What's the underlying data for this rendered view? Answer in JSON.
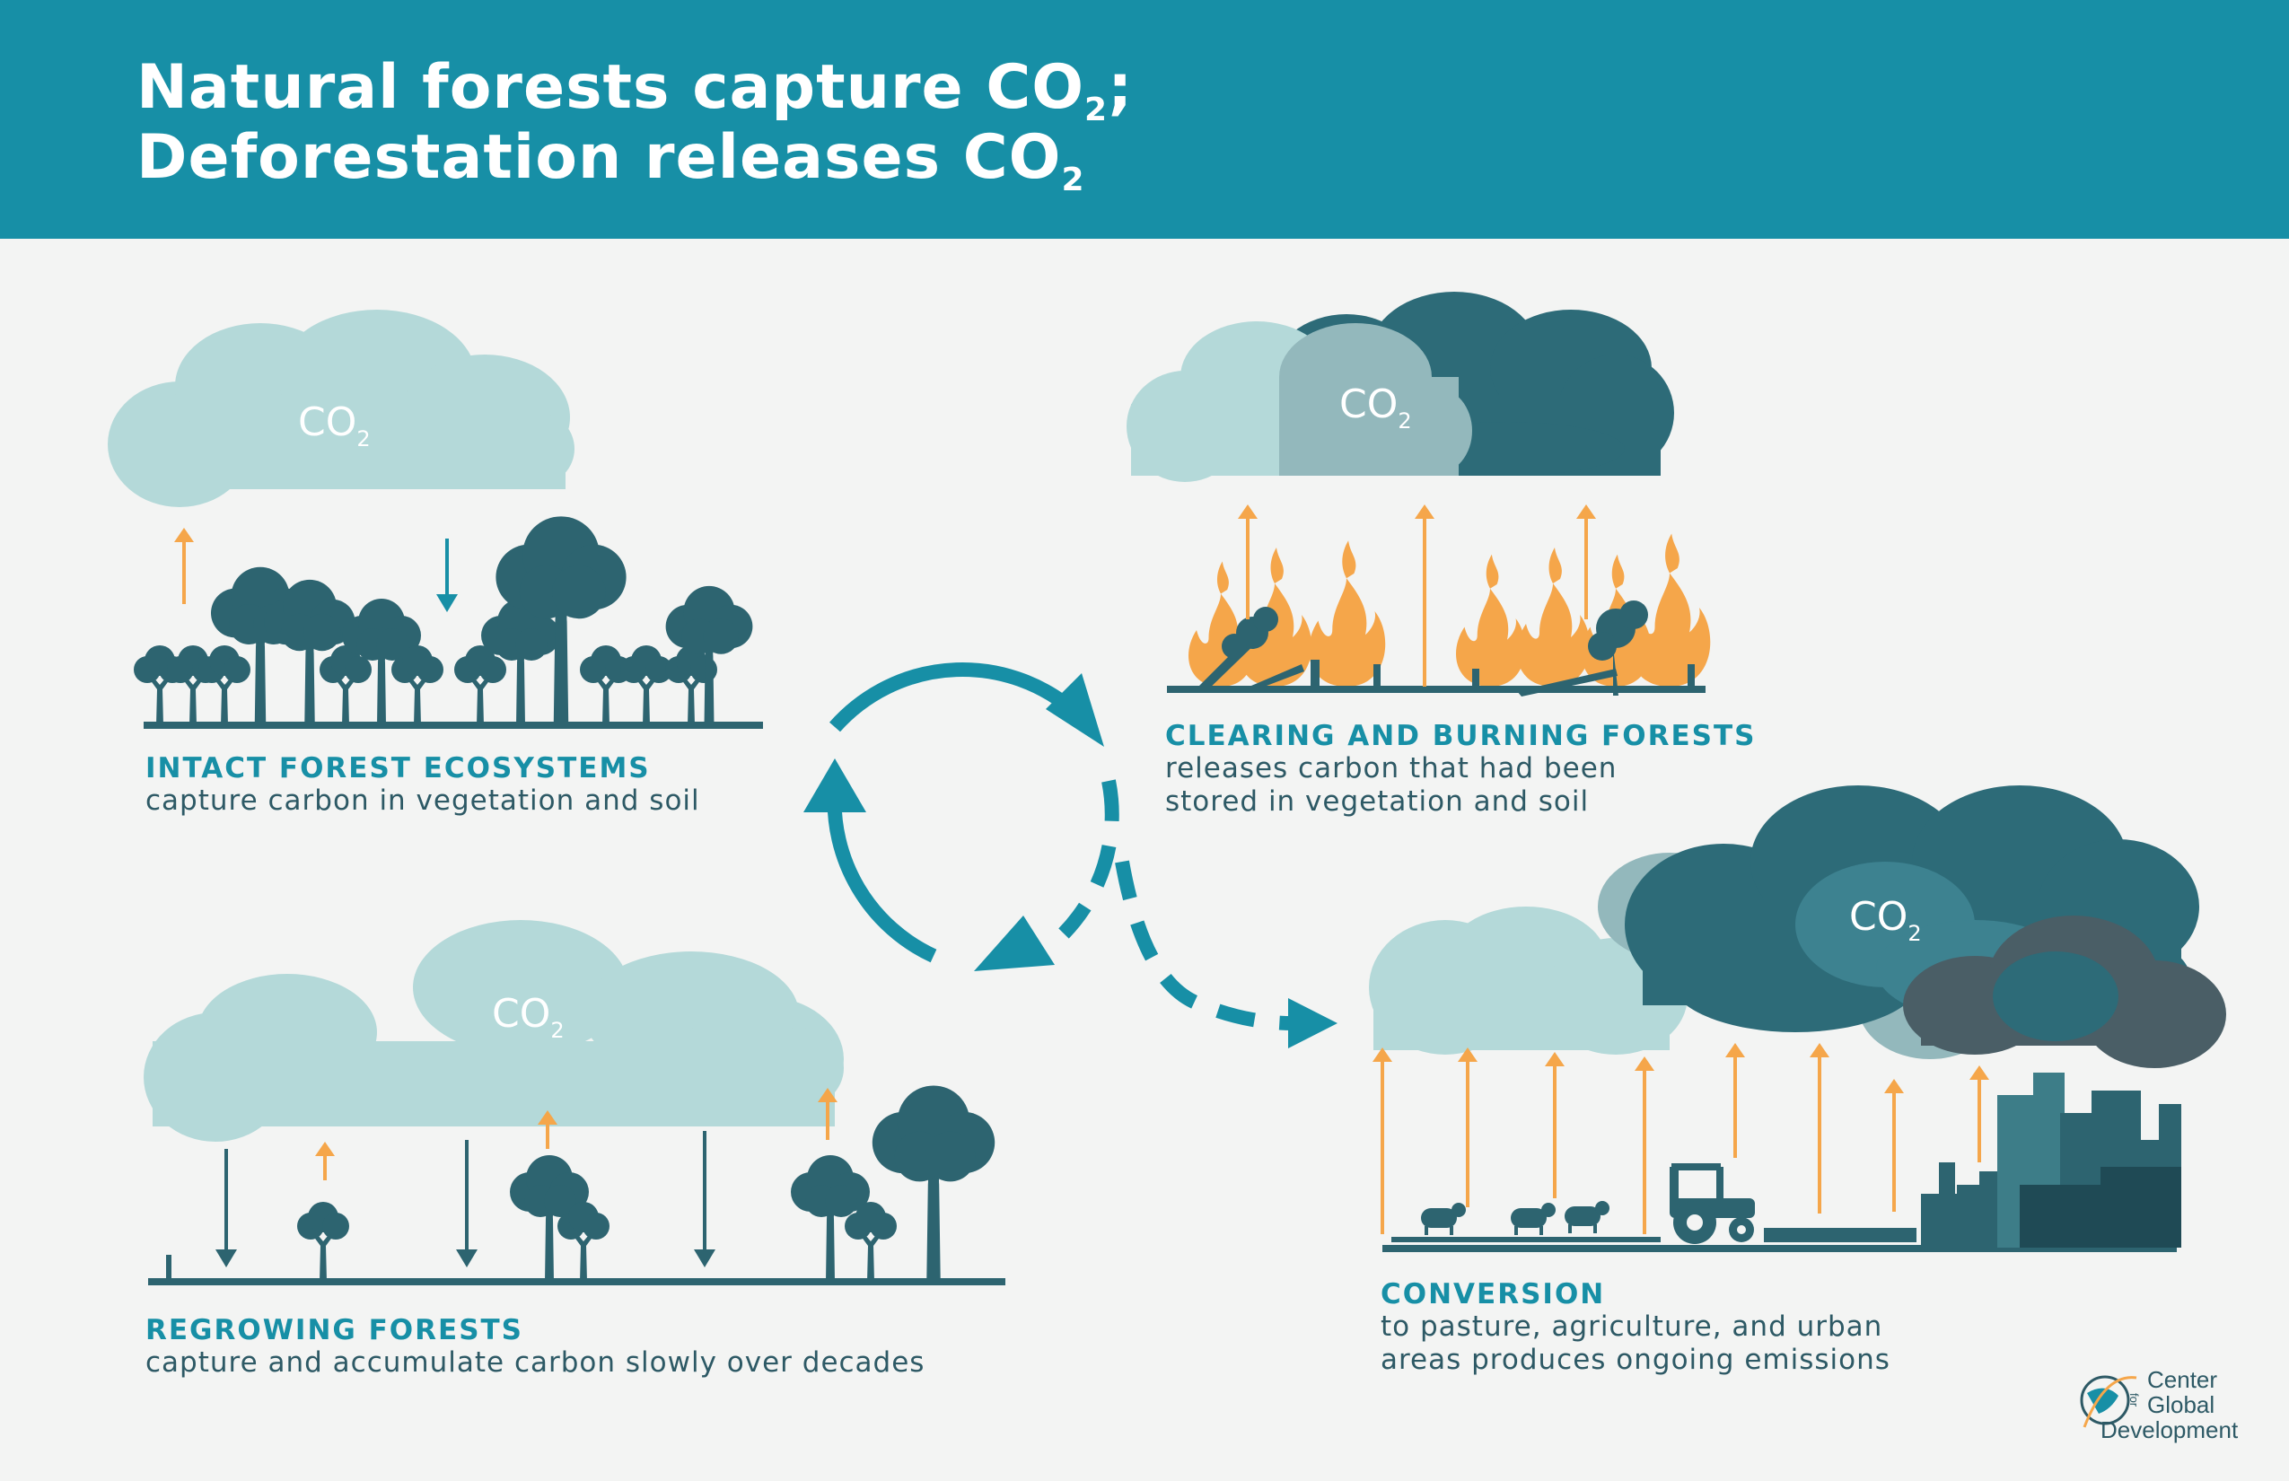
{
  "title": {
    "line1_text": "Natural forests capture CO",
    "line1_sub": "2",
    "line1_end": ";",
    "line2_text": "Deforestation releases CO",
    "line2_sub": "2"
  },
  "co2_label": {
    "text": "CO",
    "sub": "2"
  },
  "panels": {
    "intact": {
      "heading": "INTACT FOREST ECOSYSTEMS",
      "line1": "capture carbon in vegetation and soil"
    },
    "clearing": {
      "heading": "CLEARING AND BURNING FORESTS",
      "line1": "releases carbon that had been",
      "line2": "stored in vegetation and soil"
    },
    "regrowing": {
      "heading": "REGROWING FORESTS",
      "line1": "capture and accumulate carbon slowly over decades"
    },
    "conversion": {
      "heading": "CONVERSION",
      "line1": "to pasture, agriculture, and urban",
      "line2": "areas produces ongoing emissions"
    }
  },
  "logo": {
    "line1": "Center",
    "for": "for",
    "line2": "Global",
    "line3": "Development"
  },
  "colors": {
    "header": "#178fa6",
    "background": "#f3f4f3",
    "light_cloud": "#b4d9d9",
    "dark_cloud": "#2d6b78",
    "tree": "#2d6470",
    "arrow_orange": "#f5a64a",
    "arrow_teal": "#178fa6",
    "fire": "#f5a64a",
    "text_dark": "#2d5965"
  }
}
